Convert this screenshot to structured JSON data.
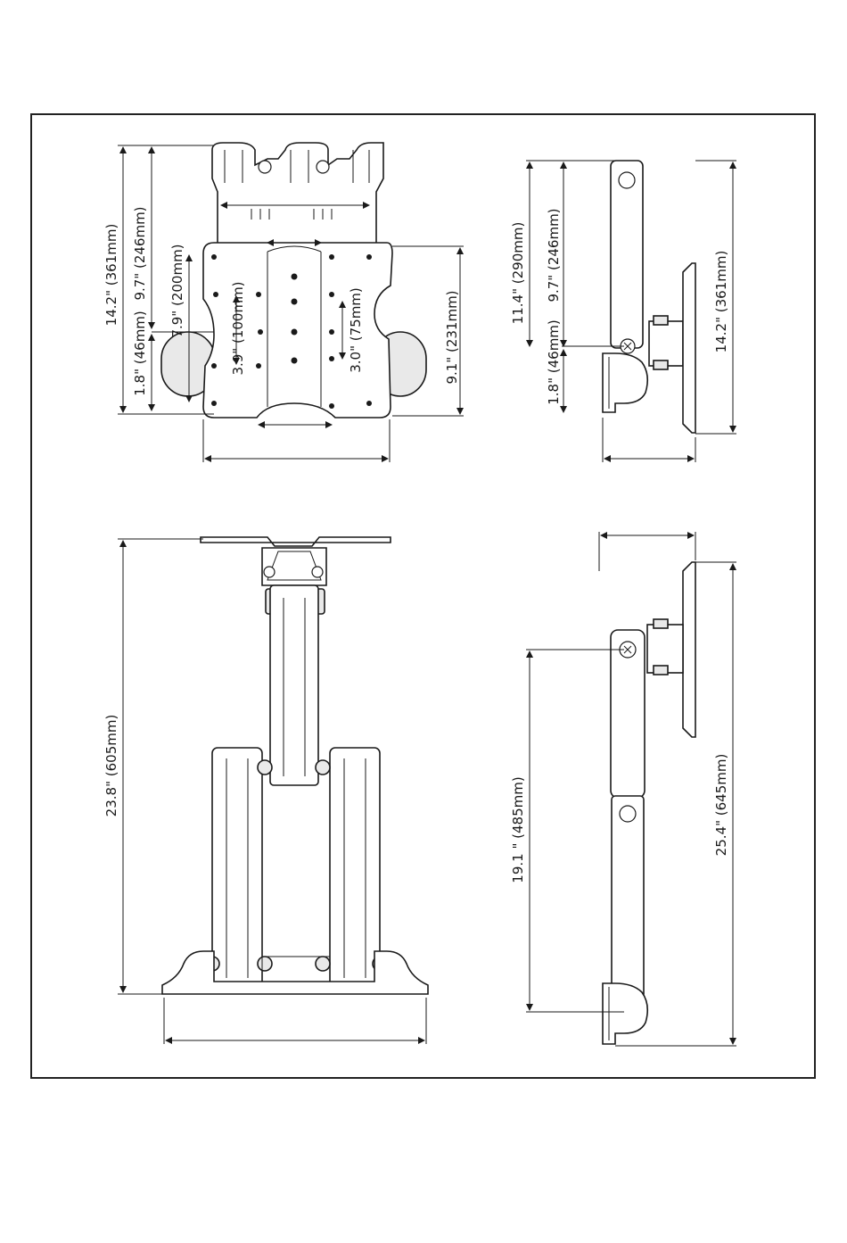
{
  "views": {
    "front_retracted": {
      "dim_overall_height": "14.2\" (361mm)",
      "dim_arm_height": "9.7\" (246mm)",
      "dim_vesa_200": "7.9\" (200mm)",
      "dim_wall_offset": "1.8\" (46mm)",
      "dim_vesa_100": "3.9\" (100mm)",
      "dim_vesa_75": "3.0\" (75mm)",
      "dim_plate_height": "9.1\" (231mm)"
    },
    "side_retracted": {
      "dim_pivot_height": "11.4\" (290mm)",
      "dim_arm_height": "9.7\" (246mm)",
      "dim_wall_offset": "1.8\" (46mm)",
      "dim_plate_height": "14.2\" (361mm)"
    },
    "front_extended": {
      "dim_overall_height": "23.8\" (605mm)"
    },
    "side_extended": {
      "dim_pivot_height": "19.1 \" (485mm)",
      "dim_overall_height": "25.4\" (645mm)"
    }
  }
}
